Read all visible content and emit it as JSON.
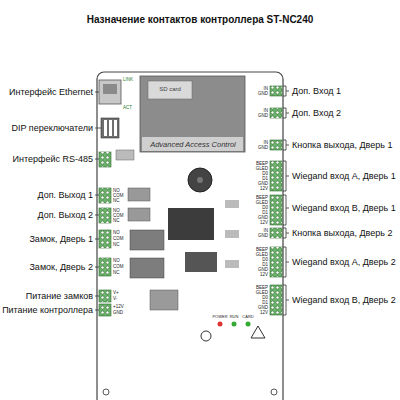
{
  "diagram": {
    "title": "Назначение контактов контроллера ST-NC240",
    "labels": [
      "Интерфейс Ethernet",
      "DIP переключатели",
      "Интерфейс RS-485",
      "Доп. Выход 1",
      "Доп. Выход 2",
      "Замок, Дверь 1",
      "Замок, Дверь 2",
      "Питание замков",
      "Питание контроллера",
      "Доп. Вход 1",
      "Доп. Вход 2",
      "Кнопка выхода, Дверь 1",
      "Wiegand вход А, Дверь 1",
      "Wiegand вход B, Дверь 1",
      "Кнопка выхода, Дверь 2",
      "Wiegand вход А, Дверь 2",
      "Wiegand вход B, Дверь 2",
      "SD card",
      "Advanced Access Control",
      "LINK",
      "ACT",
      "POWER",
      "RUN",
      "CARD",
      "IN",
      "GND",
      "IN",
      "GND",
      "IN",
      "GND",
      "BEEP",
      "GLED",
      "D0",
      "D1",
      "GND",
      "12V",
      "BEEP",
      "GLED",
      "D0",
      "D1",
      "GND",
      "12V",
      "IN",
      "GND",
      "BEEP",
      "GLED",
      "D0",
      "D1",
      "GND",
      "12V",
      "BEEP",
      "GLED",
      "D0",
      "D1",
      "GND",
      "12V",
      "NO",
      "COM",
      "NC",
      "NO",
      "COM",
      "NC",
      "NO",
      "COM",
      "NC",
      "NO",
      "COM",
      "NC",
      "V+",
      "V-",
      "+12V",
      "GND"
    ]
  }
}
